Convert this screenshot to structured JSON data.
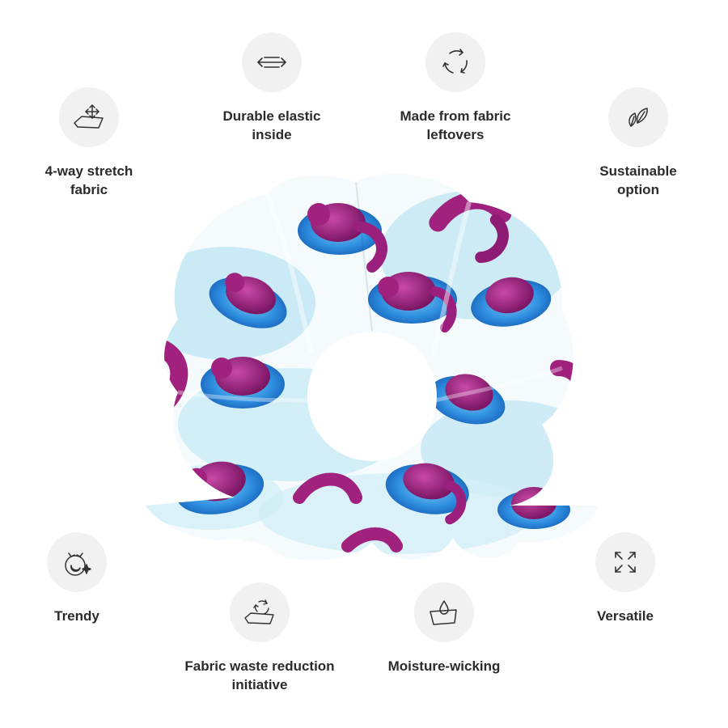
{
  "features": [
    {
      "id": "durable-elastic",
      "label": "Durable elastic\ninside",
      "icon": "stretch-arrows-icon"
    },
    {
      "id": "fabric-leftovers",
      "label": "Made from fabric\nleftovers",
      "icon": "recycle-arrows-icon"
    },
    {
      "id": "four-way-stretch",
      "label": "4-way stretch\nfabric",
      "icon": "four-way-arrows-fabric-icon"
    },
    {
      "id": "sustainable",
      "label": "Sustainable\noption",
      "icon": "leaves-icon"
    },
    {
      "id": "trendy",
      "label": "Trendy",
      "icon": "sparkle-badge-icon"
    },
    {
      "id": "versatile",
      "label": "Versatile",
      "icon": "expand-arrows-icon"
    },
    {
      "id": "waste-reduction",
      "label": "Fabric waste reduction\ninitiative",
      "icon": "recycle-fabric-icon"
    },
    {
      "id": "moisture-wicking",
      "label": "Moisture-wicking",
      "icon": "water-drop-fabric-icon"
    }
  ],
  "colors": {
    "text": "#2b2b2b",
    "icon_bg": "#f1f1f1",
    "icon_stroke": "#333333",
    "print_purple": "#a0217e",
    "print_blue": "#2f8fe0",
    "print_sky": "#bfe6f2"
  },
  "product": {
    "name": "scrunchie",
    "pattern": "purple dinosaurs on blue clouds"
  }
}
